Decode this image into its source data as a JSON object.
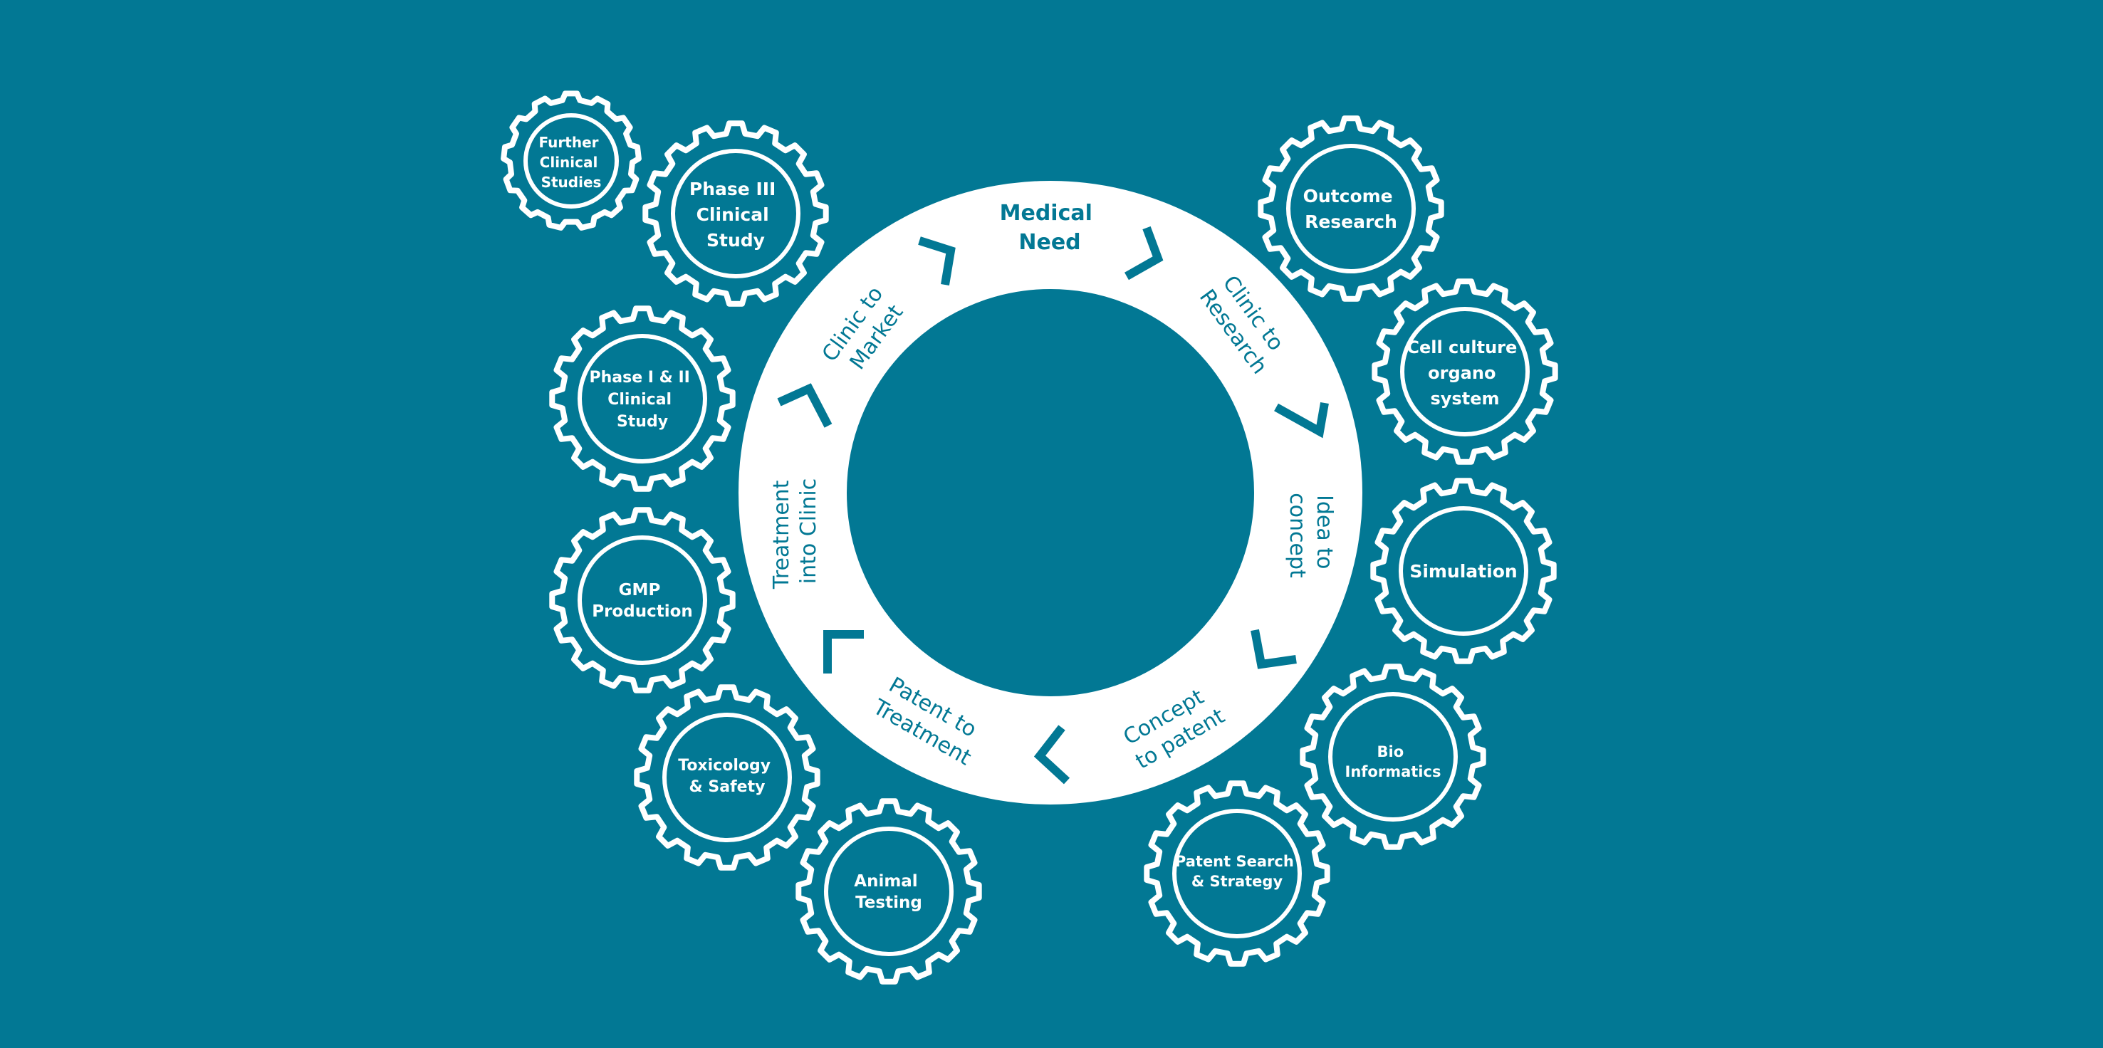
{
  "colors": {
    "background": "#027894",
    "ring": "#ffffff",
    "accent": "#027894",
    "gear": "#ffffff"
  },
  "ring": {
    "center_title": [
      "Medical",
      "Need"
    ],
    "stages": [
      {
        "id": "clinic-to-research",
        "lines": [
          "Clinic to",
          "Research"
        ]
      },
      {
        "id": "idea-to-concept",
        "lines": [
          "Idea to",
          "concept"
        ]
      },
      {
        "id": "concept-to-patent",
        "lines": [
          "Concept",
          "to patent"
        ]
      },
      {
        "id": "patent-to-treatment",
        "lines": [
          "Patent to",
          "Treatment"
        ]
      },
      {
        "id": "treatment-into-clinic",
        "lines": [
          "Treatment",
          "into Clinic"
        ]
      },
      {
        "id": "clinic-to-market",
        "lines": [
          "Clinic to",
          "Market"
        ]
      }
    ]
  },
  "gears": [
    {
      "id": "further-clinical-studies",
      "lines": [
        "Further",
        "Clinical",
        "Studies"
      ]
    },
    {
      "id": "phase-iii-clinical-study",
      "lines": [
        "Phase III",
        "Clinical",
        "Study"
      ]
    },
    {
      "id": "phase-i-ii-clinical-study",
      "lines": [
        "Phase I & II",
        "Clinical",
        "Study"
      ]
    },
    {
      "id": "gmp-production",
      "lines": [
        "GMP",
        "Production"
      ]
    },
    {
      "id": "toxicology-safety",
      "lines": [
        "Toxicology",
        "& Safety"
      ]
    },
    {
      "id": "animal-testing",
      "lines": [
        "Animal",
        "Testing"
      ]
    },
    {
      "id": "outcome-research",
      "lines": [
        "Outcome",
        "Research"
      ]
    },
    {
      "id": "cell-culture-organo-system",
      "lines": [
        "Cell culture",
        "organo",
        "system"
      ]
    },
    {
      "id": "simulation",
      "lines": [
        "Simulation"
      ]
    },
    {
      "id": "bio-informatics",
      "lines": [
        "Bio",
        "Informatics"
      ]
    },
    {
      "id": "patent-search-strategy",
      "lines": [
        "Patent Search",
        "& Strategy"
      ]
    }
  ]
}
